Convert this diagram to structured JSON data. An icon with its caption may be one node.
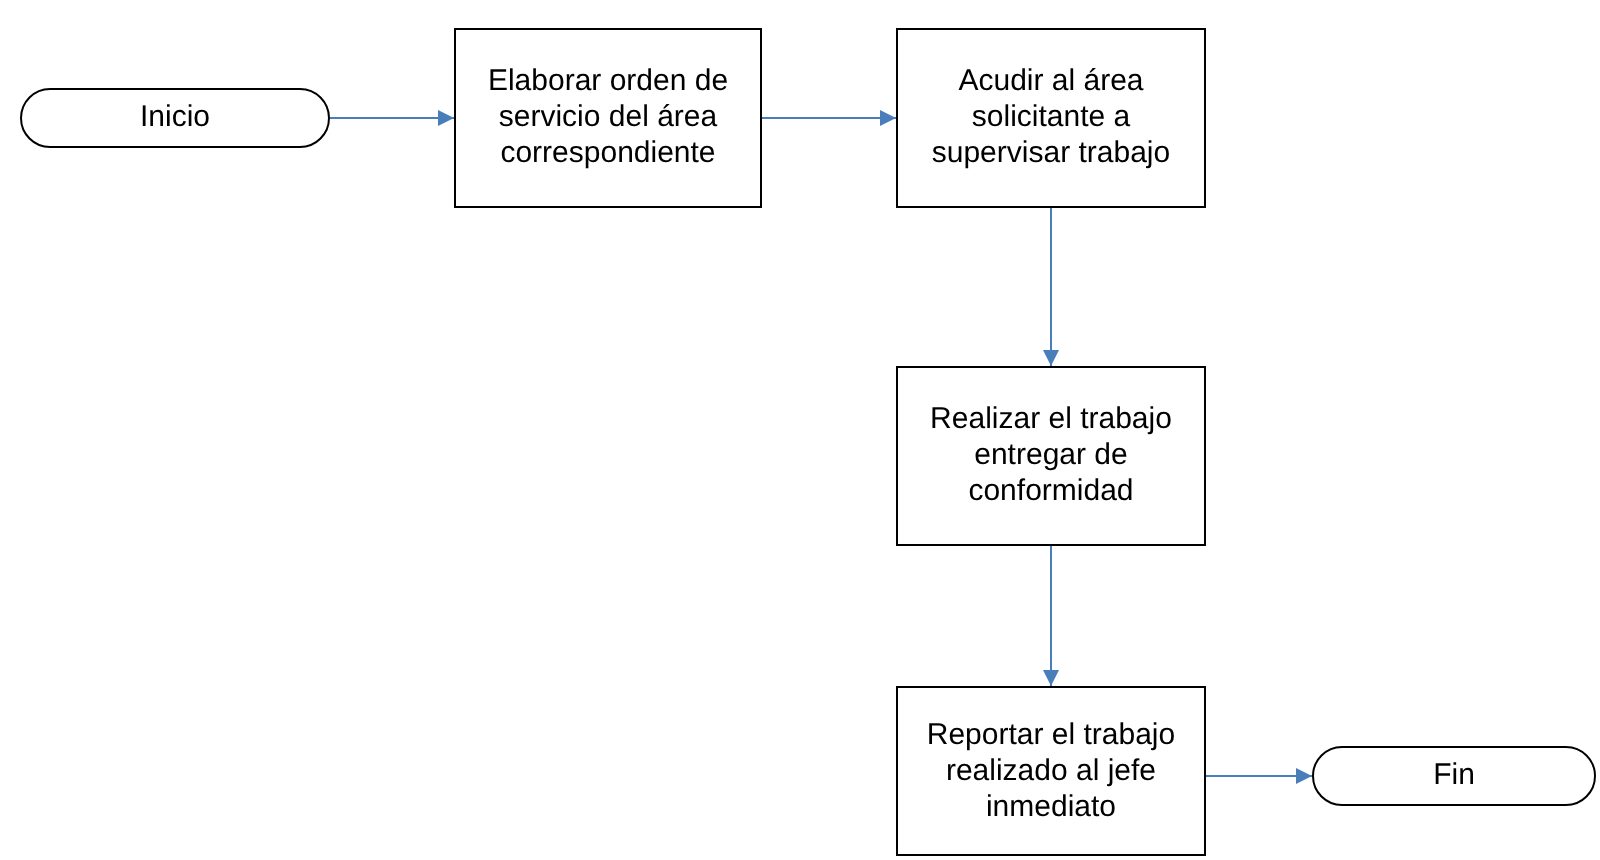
{
  "diagram": {
    "nodes": [
      {
        "text": [
          "Inicio"
        ]
      },
      {
        "text": [
          "Elaborar orden de servicio del área correspondiente"
        ]
      },
      {
        "text": [
          "Acudir al área solicitante a supervisar trabajo"
        ]
      },
      {
        "text": [
          "Realizar el trabajo entregar de conformidad"
        ]
      },
      {
        "text": [
          "Reportar el trabajo realizado al jefe inmediato"
        ]
      },
      {
        "text": [
          "Fin"
        ]
      }
    ],
    "edges": [
      {
        "from": 0,
        "to": 1,
        "arrow": "to"
      },
      {
        "from": 1,
        "to": 2,
        "arrow": "to"
      },
      {
        "from": 2,
        "to": 3,
        "arrow": "to"
      },
      {
        "from": 3,
        "to": 4,
        "arrow": "to"
      },
      {
        "from": 4,
        "to": 5,
        "arrow": "to"
      }
    ]
  }
}
